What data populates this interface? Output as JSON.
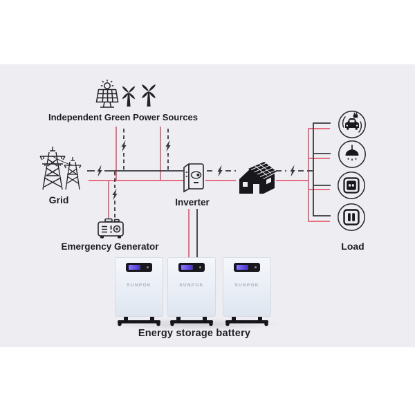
{
  "colors": {
    "panel_bg": "#eeedf1",
    "wire_black": "#38383f",
    "wire_red": "#e55c72",
    "icon_ink": "#222228",
    "text": "#1d1d25"
  },
  "labels": {
    "green_sources": "Independent Green Power Sources",
    "grid": "Grid",
    "inverter": "Inverter",
    "emergency_generator": "Emergency Generator",
    "load": "Load",
    "energy_storage_battery": "Energy storage battery"
  },
  "battery": {
    "brand": "SUNPOK",
    "units": 3
  },
  "load": {
    "items": [
      {
        "name": "ev-charger"
      },
      {
        "name": "pendant-lamp"
      },
      {
        "name": "wall-outlet"
      },
      {
        "name": "power-socket"
      }
    ]
  }
}
